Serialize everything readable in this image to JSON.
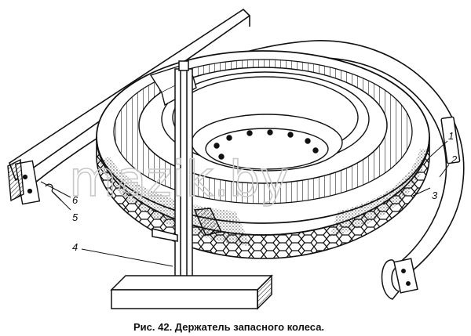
{
  "figure": {
    "caption": "Рис. 42. Держатель запасного колеса.",
    "watermark": "mazik.by",
    "callouts": [
      {
        "id": "1",
        "text": "1"
      },
      {
        "id": "2",
        "text": "2"
      },
      {
        "id": "3",
        "text": "3"
      },
      {
        "id": "4",
        "text": "4"
      },
      {
        "id": "5",
        "text": "5"
      },
      {
        "id": "6",
        "text": "6"
      }
    ]
  }
}
